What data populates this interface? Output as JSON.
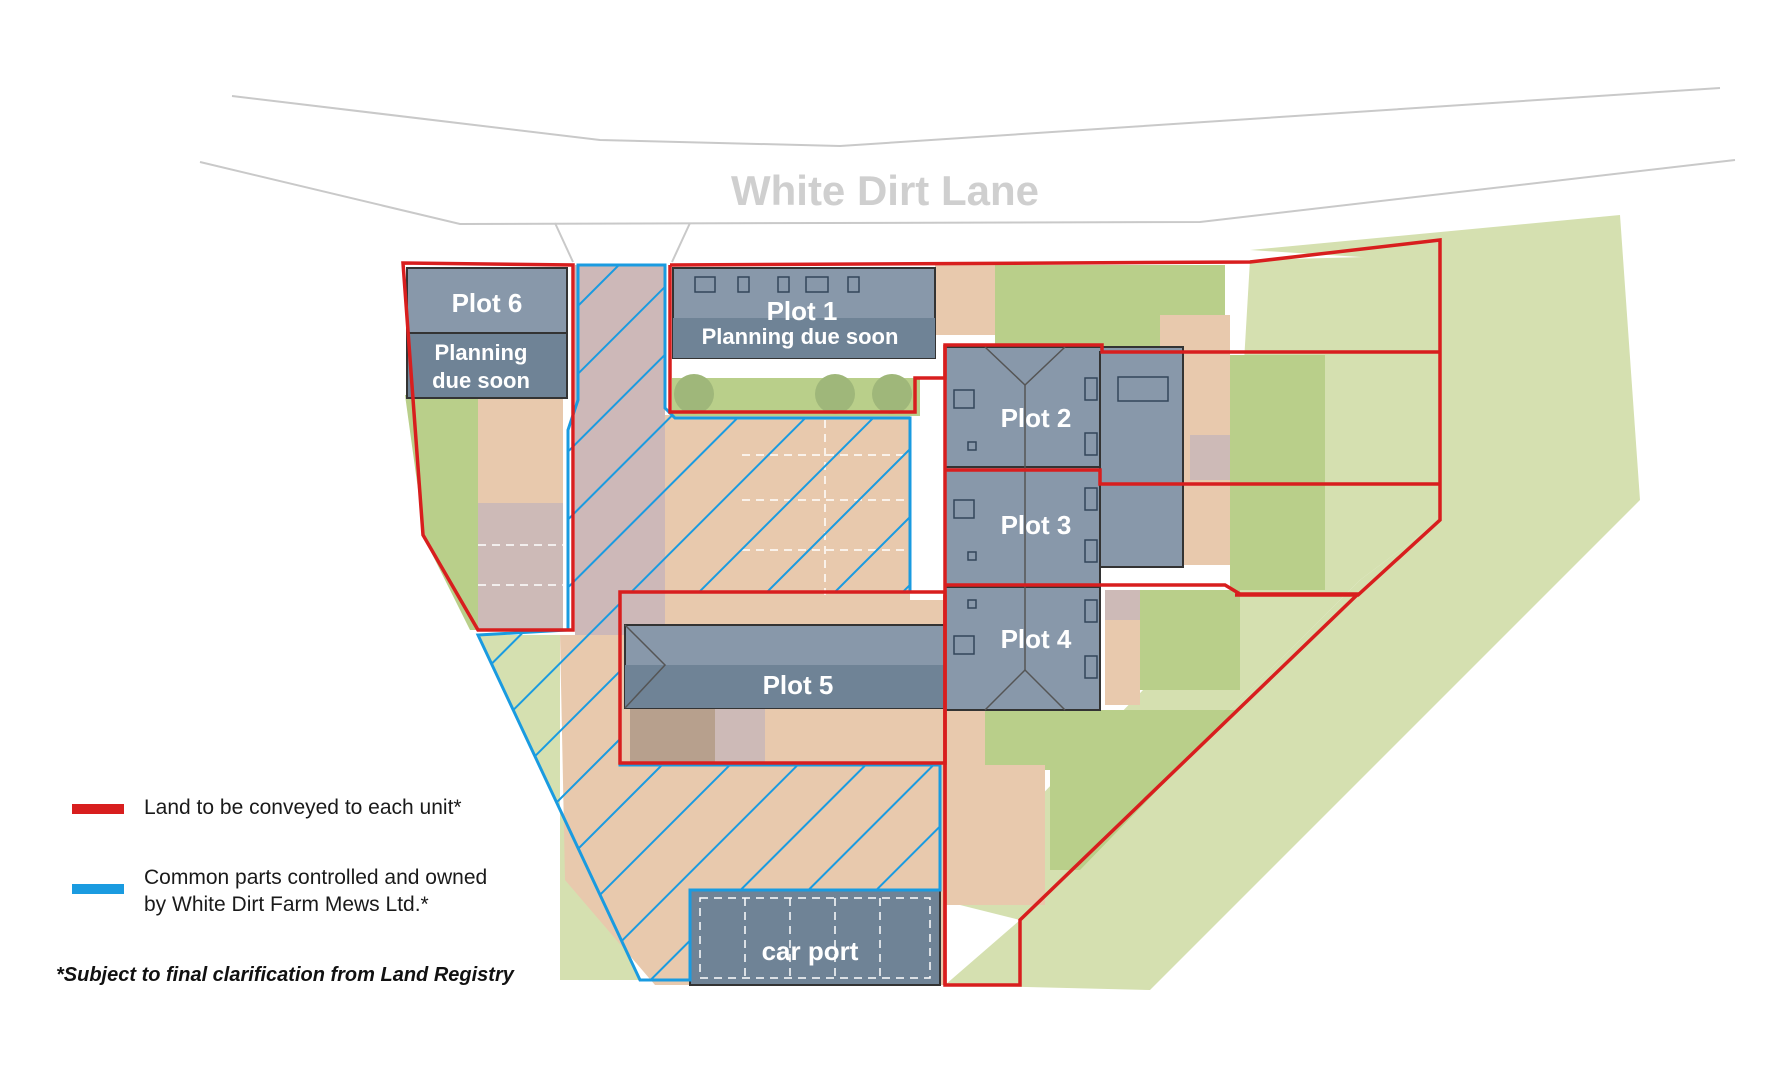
{
  "road": {
    "name": "White Dirt Lane"
  },
  "plots": [
    {
      "id": "plot-6",
      "label": "Plot 6",
      "sublabel_line1": "Planning",
      "sublabel_line2": "due soon"
    },
    {
      "id": "plot-1",
      "label": "Plot 1",
      "sublabel": "Planning due soon"
    },
    {
      "id": "plot-2",
      "label": "Plot 2"
    },
    {
      "id": "plot-3",
      "label": "Plot 3"
    },
    {
      "id": "plot-4",
      "label": "Plot 4"
    },
    {
      "id": "plot-5",
      "label": "Plot 5"
    },
    {
      "id": "car-port",
      "label": "car port"
    }
  ],
  "legend": {
    "conveyed_land": {
      "text": "Land to be conveyed to each unit*",
      "color": "#d81e1e"
    },
    "common_parts": {
      "text": "Common parts controlled and owned\nby White Dirt Farm Mews Ltd.*",
      "color": "#1a9be0"
    }
  },
  "footnote": "*Subject to final clarification from Land Registry",
  "colors": {
    "grass": "#b9cf8a",
    "pale_grass": "#d5e0b0",
    "paving": "#e8c9ad",
    "gravel": "#cdbab7",
    "roof": "#8898aa",
    "roof_dark": "#6f8396",
    "boundary_red": "#d81e1e",
    "common_blue": "#1a9be0"
  }
}
